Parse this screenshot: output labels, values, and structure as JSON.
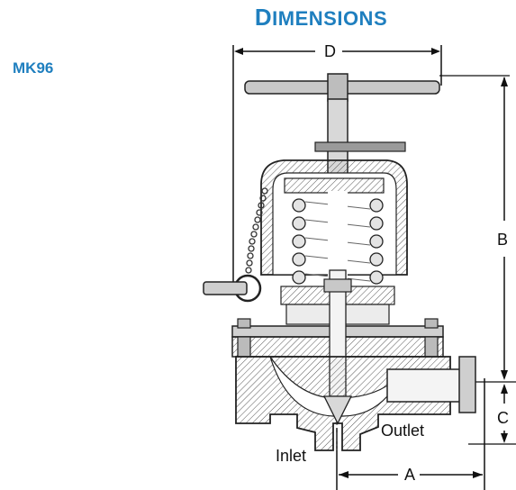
{
  "heading": {
    "first": "D",
    "rest": "IMENSIONS"
  },
  "model": "MK96",
  "labels": {
    "d": "D",
    "b": "B",
    "c": "C",
    "a": "A",
    "inlet": "Inlet",
    "outlet": "Outlet"
  }
}
